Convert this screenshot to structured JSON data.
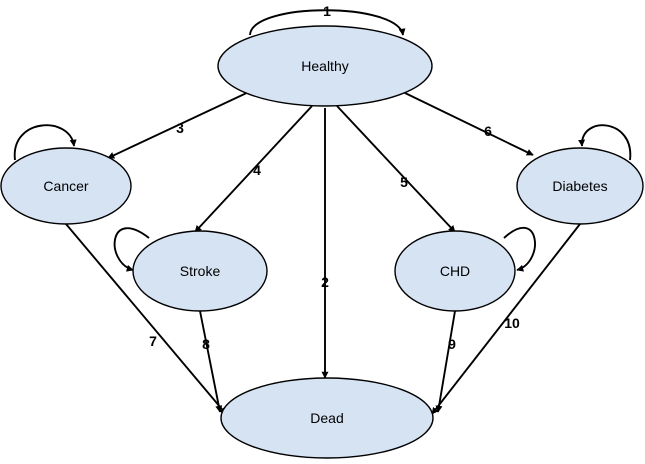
{
  "nodes": {
    "healthy": {
      "label": "Healthy"
    },
    "cancer": {
      "label": "Cancer"
    },
    "stroke": {
      "label": "Stroke"
    },
    "chd": {
      "label": "CHD"
    },
    "diabetes": {
      "label": "Diabetes"
    },
    "dead": {
      "label": "Dead"
    }
  },
  "transitions": [
    {
      "label": "1",
      "from": "Healthy",
      "to": "Healthy"
    },
    {
      "label": "2",
      "from": "Healthy",
      "to": "Dead"
    },
    {
      "label": "3",
      "from": "Healthy",
      "to": "Cancer"
    },
    {
      "label": "4",
      "from": "Healthy",
      "to": "Stroke"
    },
    {
      "label": "5",
      "from": "Healthy",
      "to": "CHD"
    },
    {
      "label": "6",
      "from": "Healthy",
      "to": "Diabetes"
    },
    {
      "label": "7",
      "from": "Cancer",
      "to": "Dead"
    },
    {
      "label": "8",
      "from": "Stroke",
      "to": "Dead"
    },
    {
      "label": "9",
      "from": "CHD",
      "to": "Dead"
    },
    {
      "label": "10",
      "from": "Diabetes",
      "to": "Dead"
    }
  ],
  "self_loops": [
    "Cancer",
    "Stroke",
    "CHD",
    "Diabetes"
  ]
}
